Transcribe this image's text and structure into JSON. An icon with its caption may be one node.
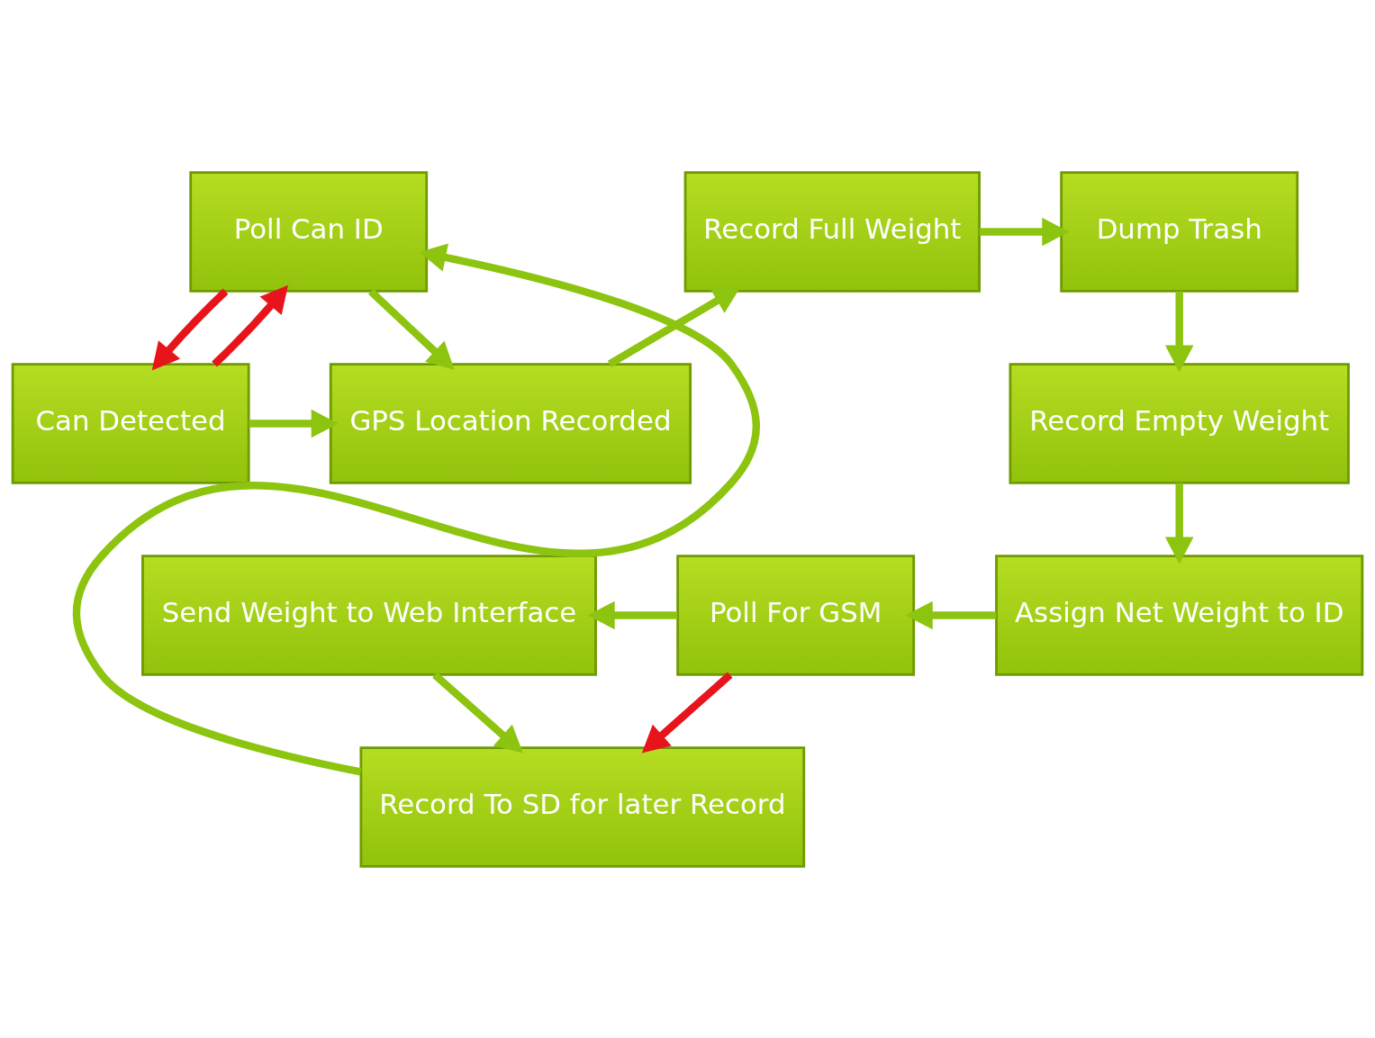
{
  "diagram": {
    "nodes": [
      {
        "text": [
          "Poll Can ID"
        ]
      },
      {
        "text": [
          "Record Full Weight"
        ]
      },
      {
        "text": [
          "Dump Trash"
        ]
      },
      {
        "text": [
          "Can Detected"
        ]
      },
      {
        "text": [
          "GPS Location Recorded"
        ]
      },
      {
        "text": [
          "Record Empty Weight"
        ]
      },
      {
        "text": [
          "Send Weight to Web Interface"
        ]
      },
      {
        "text": [
          "Poll For GSM"
        ]
      },
      {
        "text": [
          "Assign Net Weight to ID"
        ]
      },
      {
        "text": [
          "Record To SD for later Record"
        ]
      }
    ],
    "edges": [
      {
        "from": 0,
        "to": 3,
        "arrow": "to",
        "color": "#e8141b"
      },
      {
        "from": 3,
        "to": 0,
        "arrow": "to",
        "color": "#e8141b"
      },
      {
        "from": 0,
        "to": 4,
        "arrow": "to"
      },
      {
        "from": 3,
        "to": 4,
        "arrow": "to"
      },
      {
        "from": 4,
        "to": 1,
        "arrow": "to"
      },
      {
        "from": 1,
        "to": 2,
        "arrow": "to"
      },
      {
        "from": 2,
        "to": 5,
        "arrow": "to"
      },
      {
        "from": 5,
        "to": 8,
        "arrow": "to"
      },
      {
        "from": 8,
        "to": 7,
        "arrow": "to"
      },
      {
        "from": 7,
        "to": 6,
        "arrow": "to"
      },
      {
        "from": 7,
        "to": 9,
        "arrow": "to",
        "color": "#e8141b"
      },
      {
        "from": 6,
        "to": 9,
        "arrow": "to"
      },
      {
        "from": 9,
        "to": 0,
        "arrow": "to"
      }
    ]
  }
}
